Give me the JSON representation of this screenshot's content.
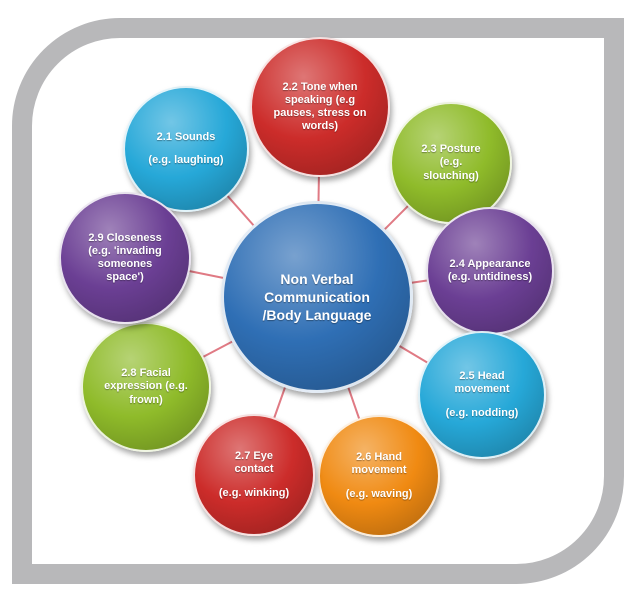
{
  "diagram": {
    "center": {
      "lines": [
        "Non Verbal",
        "Communication",
        "/Body Language"
      ],
      "color": "#2f6fb5"
    },
    "nodes": [
      {
        "id": "2.1",
        "lines": [
          "2.1 Sounds",
          "(e.g. laughing)"
        ],
        "color": "#26a8d8",
        "icon": "circle-shape"
      },
      {
        "id": "2.2",
        "lines": [
          "2.2 Tone when",
          "speaking (e.g",
          "pauses, stress on",
          "words)"
        ],
        "color": "#cc2c2a",
        "icon": "circle-shape"
      },
      {
        "id": "2.3",
        "lines": [
          "2.3 Posture",
          "(e.g.",
          "slouching)"
        ],
        "color": "#8fbb2a",
        "icon": "circle-shape"
      },
      {
        "id": "2.4",
        "lines": [
          "2.4 Appearance",
          "(e.g. untidiness)"
        ],
        "color": "#6b3f94",
        "icon": "circle-shape"
      },
      {
        "id": "2.5",
        "lines": [
          "2.5 Head",
          "movement",
          "(e.g. nodding)"
        ],
        "color": "#26a8d8",
        "icon": "circle-shape"
      },
      {
        "id": "2.6",
        "lines": [
          "2.6 Hand",
          "movement",
          "(e.g. waving)"
        ],
        "color": "#f08a12",
        "icon": "circle-shape"
      },
      {
        "id": "2.7",
        "lines": [
          "2.7 Eye",
          "contact",
          "(e.g. winking)"
        ],
        "color": "#cc2c2a",
        "icon": "circle-shape"
      },
      {
        "id": "2.8",
        "lines": [
          "2.8 Facial",
          "expression (e.g.",
          "frown)"
        ],
        "color": "#8fbb2a",
        "icon": "circle-shape"
      },
      {
        "id": "2.9",
        "lines": [
          "2.9 Closeness",
          "(e.g. 'invading",
          "someones",
          "space')"
        ],
        "color": "#6b3f94",
        "icon": "circle-shape"
      }
    ],
    "connector_color": "#e07a84",
    "frame_color": "#b8b8ba"
  }
}
